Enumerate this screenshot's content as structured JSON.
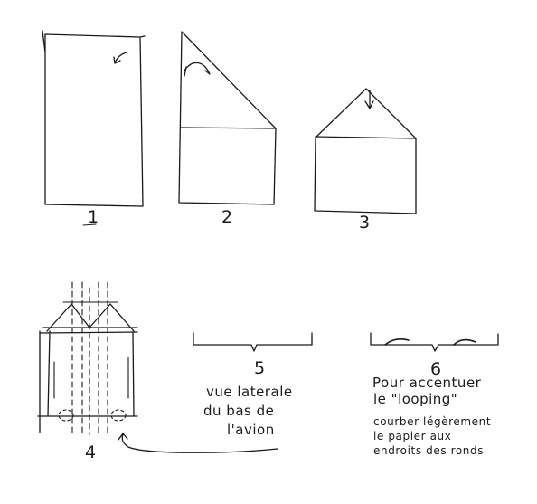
{
  "steps": [
    {
      "label": "1"
    },
    {
      "label": "2"
    },
    {
      "label": "3"
    },
    {
      "label": "4"
    },
    {
      "label": "5"
    },
    {
      "label": "6"
    }
  ],
  "notes": {
    "side_view_1": "vue laterale",
    "side_view_2": "du bas de",
    "side_view_3": "l'avion",
    "looping_1": "Pour accentuer",
    "looping_2": "le \"looping\"",
    "looping_3": "courber légèrement",
    "looping_4": "le papier aux",
    "looping_5": "endroits des ronds"
  },
  "style": {
    "ink_color": "#1a1a1a",
    "background": "#ffffff"
  }
}
